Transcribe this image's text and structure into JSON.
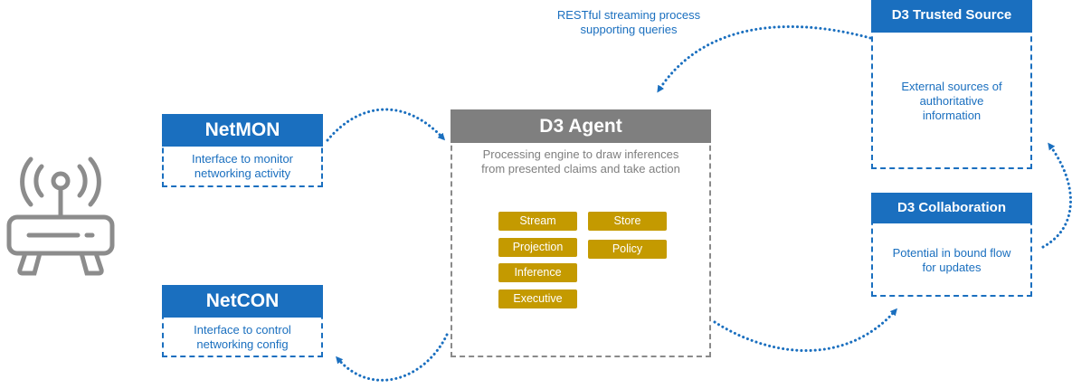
{
  "rest_label": {
    "line1": "RESTful streaming process",
    "line2": "supporting queries"
  },
  "netmon": {
    "title": "NetMON",
    "line1": "Interface to monitor",
    "line2": "networking activity"
  },
  "netcon": {
    "title": "NetCON",
    "line1": "Interface to control",
    "line2": "networking config"
  },
  "agent": {
    "title": "D3 Agent",
    "line1": "Processing engine to draw inferences",
    "line2": "from presented claims and take action",
    "modules": [
      "Stream",
      "Store",
      "Projection",
      "Policy",
      "Inference",
      "Executive"
    ]
  },
  "trusted": {
    "title": "D3 Trusted Source",
    "line1": "External sources of",
    "line2": "authoritative",
    "line3": "information"
  },
  "collab": {
    "title": "D3 Collaboration",
    "line1": "Potential in bound flow",
    "line2": "for updates"
  },
  "colors": {
    "blue": "#1a6fbf",
    "gray": "#7f7f7f",
    "gold": "#c49a00",
    "icon_gray": "#8c8c8c"
  },
  "icons": [
    "router-icon"
  ]
}
